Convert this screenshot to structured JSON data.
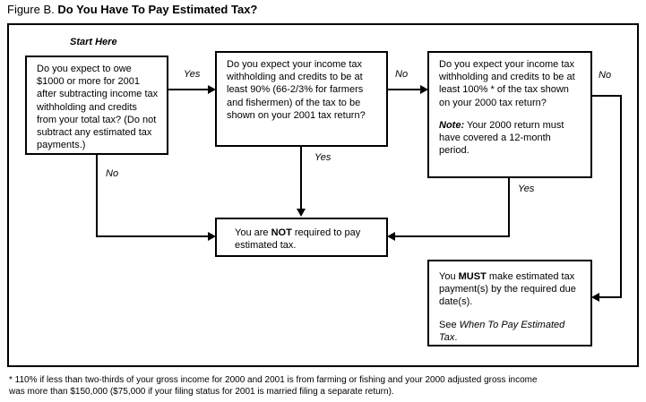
{
  "figure": {
    "label": "Figure B.",
    "title": "Do You Have To Pay Estimated Tax?"
  },
  "start_label": "Start Here",
  "nodes": {
    "q1": {
      "text": "Do you expect to owe $1000 or more for 2001 after subtracting income tax withholding and credits from your total tax? (Do not subtract any estimated tax payments.)"
    },
    "q2": {
      "text": "Do you expect your income tax withholding and credits to be at least 90% (66-2/3% for farmers and fishermen) of the tax to be shown on your 2001 tax return?"
    },
    "q3": {
      "text": "Do you expect your income tax withholding and credits to be at least 100% * of the tax shown on your 2000 tax return?",
      "note_label": "Note:",
      "note_text": " Your 2000 return must have covered a 12-month period."
    },
    "not_required": {
      "prefix": "You are ",
      "emphasis": "NOT",
      "suffix": " required to pay estimated tax."
    },
    "must_pay": {
      "prefix": "You ",
      "emphasis": "MUST",
      "suffix": " make estimated tax payment(s) by the required due date(s).",
      "see_prefix": "See ",
      "see_reference": "When To Pay Estimated Tax",
      "see_suffix": "."
    }
  },
  "edges": {
    "q1_yes": "Yes",
    "q1_no": "No",
    "q2_yes": "Yes",
    "q2_no": "No",
    "q3_yes": "Yes",
    "q3_no": "No"
  },
  "footnote": {
    "line1": "* 110% if less than two-thirds of your gross income for 2000 and 2001 is from farming or fishing and your 2000 adjusted gross income",
    "line2": "was more than $150,000 ($75,000 if your filing status for 2001 is married filing a separate return)."
  },
  "colors": {
    "ink": "#000000",
    "paper": "#ffffff"
  }
}
